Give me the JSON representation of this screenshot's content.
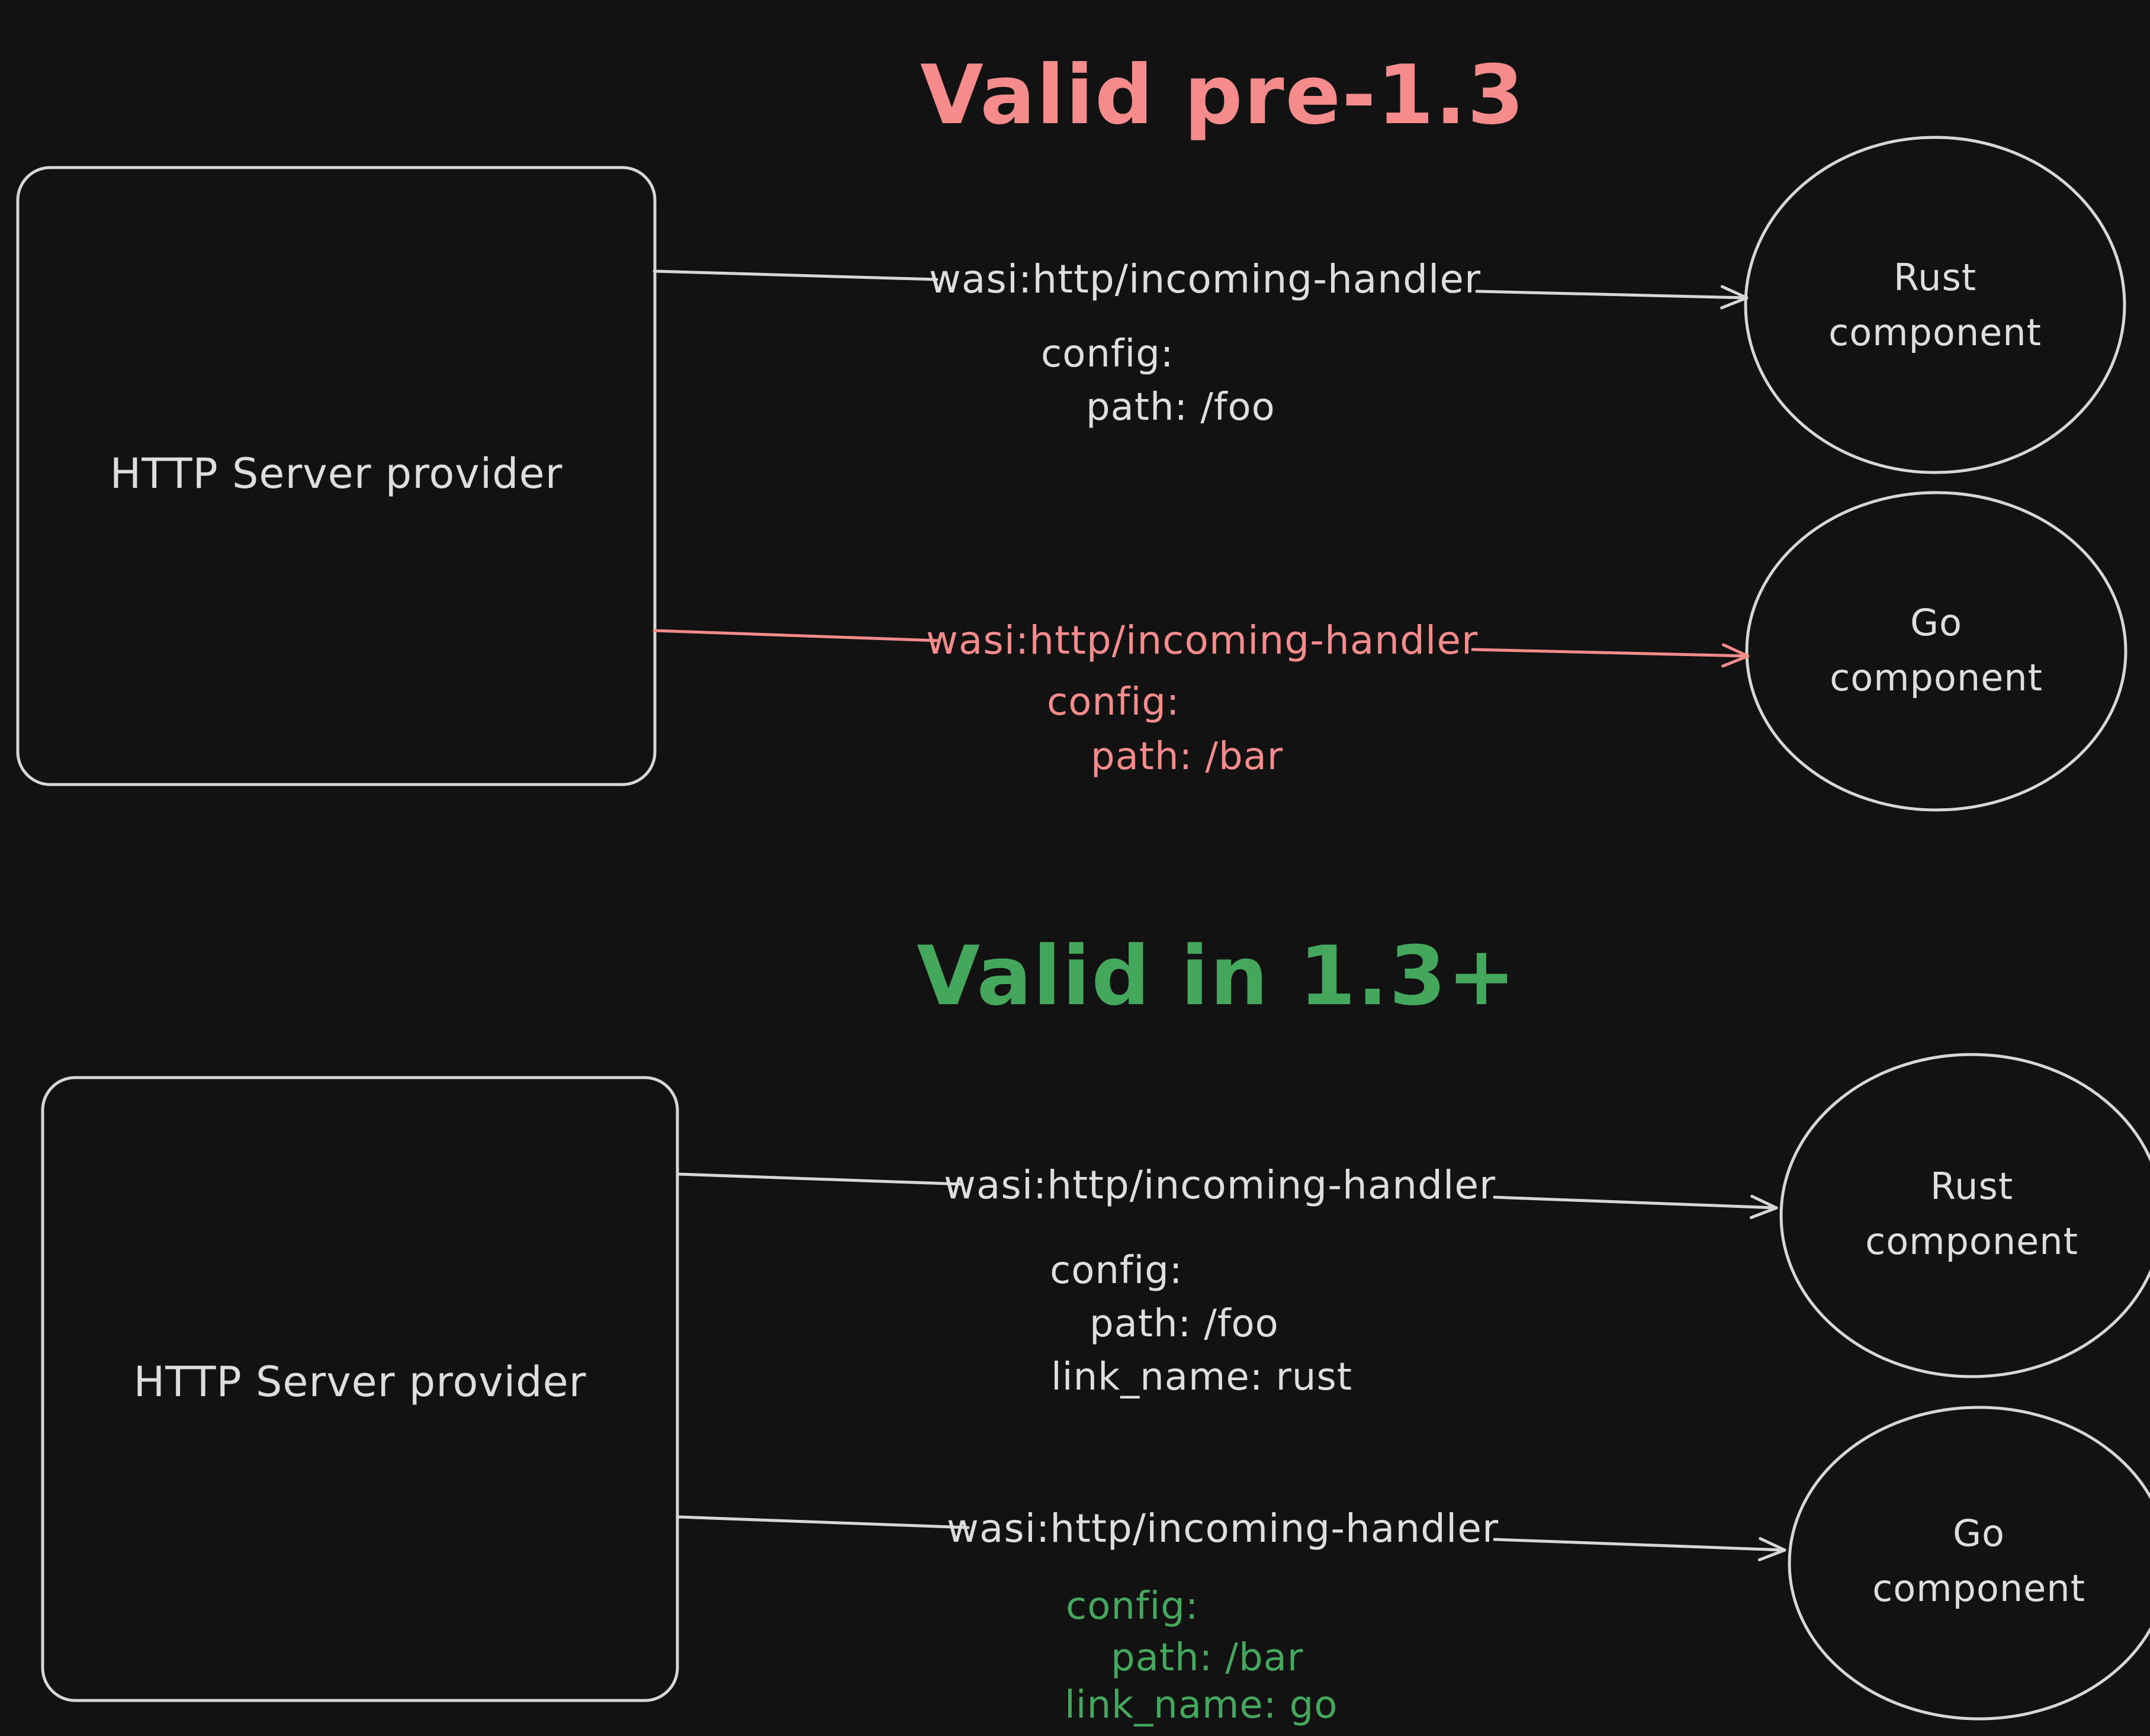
{
  "colors": {
    "bg": "#121212",
    "stroke-light": "#d7d7d7",
    "text-light": "#dedede",
    "accent-red": "#f58b8b",
    "accent-green": "#44a85c"
  },
  "sections": [
    {
      "title": "Valid pre-1.3",
      "provider": "HTTP Server provider",
      "components": [
        "Rust component",
        "Go component"
      ],
      "links": [
        {
          "interface": "wasi:http/incoming-handler",
          "lines": [
            "config:",
            "path: /foo"
          ]
        },
        {
          "interface": "wasi:http/incoming-handler",
          "lines": [
            "config:",
            "path: /bar"
          ]
        }
      ]
    },
    {
      "title": "Valid in 1.3+",
      "provider": "HTTP Server provider",
      "components": [
        "Rust component",
        "Go component"
      ],
      "links": [
        {
          "interface": "wasi:http/incoming-handler",
          "lines": [
            "config:",
            "path: /foo",
            "link_name: rust"
          ]
        },
        {
          "interface": "wasi:http/incoming-handler",
          "lines": [
            "config:",
            "path: /bar",
            "link_name: go"
          ]
        }
      ]
    }
  ]
}
